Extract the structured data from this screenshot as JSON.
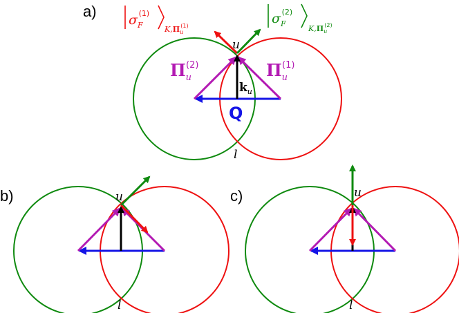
{
  "colors": {
    "green": "#0f8a0f",
    "red": "#ee1111",
    "purple": "#b31ab3",
    "blue": "#1414e6",
    "black": "#000000"
  },
  "panels": {
    "a": {
      "label": "a)",
      "point_u": "u",
      "point_l": "l",
      "k_vector": {
        "symbol": "k",
        "sub": "u"
      },
      "q_vector": "Q",
      "pi_left": {
        "symbol": "Π",
        "sub": "u",
        "sup": "(2)"
      },
      "pi_right": {
        "symbol": "Π",
        "sub": "u",
        "sup": "(1)"
      },
      "state_red": {
        "symbol": "σ",
        "sub": "F",
        "sup": "(1)",
        "outer_sub": "K,",
        "outer_sub_bold": "Π",
        "outer_sub_small": "u",
        "outer_sub_sup": "(1)"
      },
      "state_green": {
        "symbol": "σ",
        "sub": "F",
        "sup": "(2)",
        "outer_sub": "K,",
        "outer_sub_bold": "Π",
        "outer_sub_small": "u",
        "outer_sub_sup": "(2)"
      }
    },
    "b": {
      "label": "b)",
      "point_u": "u",
      "point_l": "l"
    },
    "c": {
      "label": "c)",
      "point_u": "u",
      "point_l": "l"
    }
  }
}
